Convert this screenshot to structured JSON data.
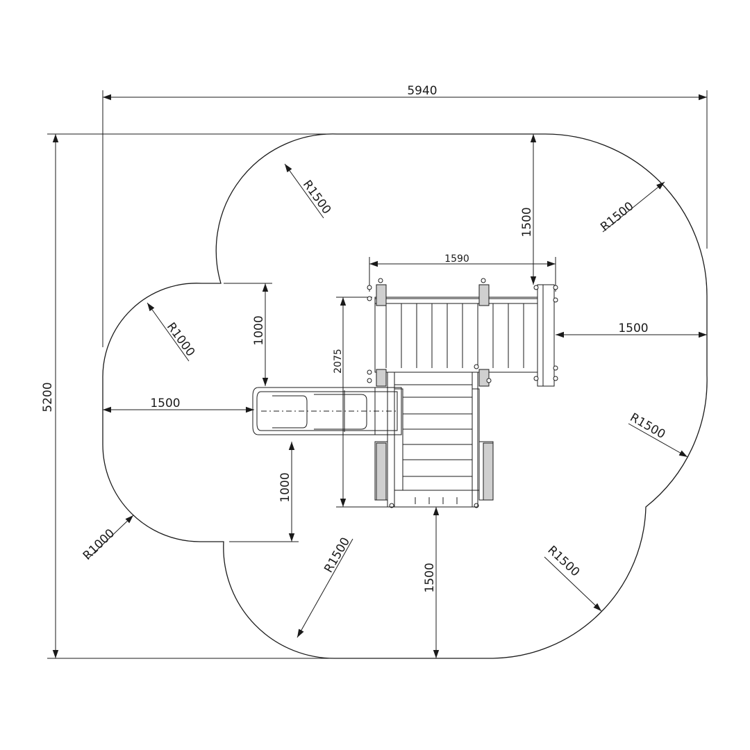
{
  "dimensions": {
    "overall_width": "5940",
    "overall_height": "5200",
    "platform_width": "1590",
    "structure_depth": "2075",
    "top_clearance": "1500",
    "right_clearance": "1500",
    "left_clearance": "1500",
    "bottom_clearance": "1500",
    "slide_clearance_top": "1000",
    "slide_clearance_bottom": "1000"
  },
  "radii": {
    "top_left": "R1500",
    "top_right": "R1500",
    "left_upper": "R1000",
    "left_lower": "R1000",
    "right": "R1500",
    "bottom_left": "R1500",
    "bottom_right": "R1500"
  }
}
